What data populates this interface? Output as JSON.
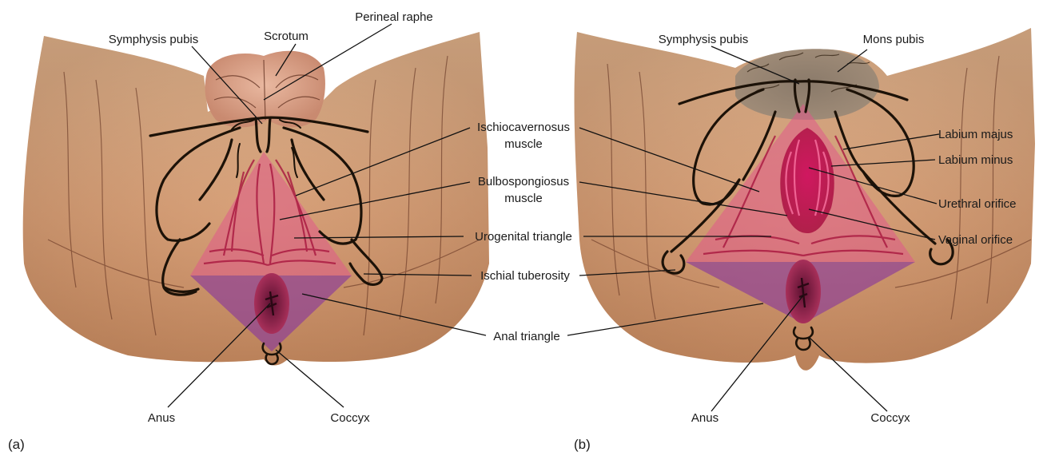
{
  "figure": {
    "panel_a": {
      "tag": "(a)",
      "labels": {
        "perineal_raphe": "Perineal raphe",
        "scrotum": "Scrotum",
        "symphysis_pubis": "Symphysis pubis",
        "anus": "Anus",
        "coccyx": "Coccyx"
      }
    },
    "panel_b": {
      "tag": "(b)",
      "labels": {
        "symphysis_pubis": "Symphysis pubis",
        "mons_pubis": "Mons pubis",
        "labium_majus": "Labium majus",
        "labium_minus": "Labium minus",
        "urethral_orifice": "Urethral orifice",
        "vaginal_orifice": "Vaginal orifice",
        "anus": "Anus",
        "coccyx": "Coccyx"
      }
    },
    "shared_labels": {
      "ischiocavernosus_1": "Ischiocavernosus",
      "ischiocavernosus_2": "muscle",
      "bulbospongiosus_1": "Bulbospongiosus",
      "bulbospongiosus_2": "muscle",
      "urogenital_triangle": "Urogenital triangle",
      "ischial_tuberosity": "Ischial tuberosity",
      "anal_triangle": "Anal triangle"
    },
    "colors": {
      "skin_light": "#e8c8a8",
      "skin_mid": "#d9a47c",
      "skin_dark": "#b8805a",
      "urogenital_triangle_fill": "#e05a8a",
      "anal_triangle_fill": "#8a3a9a",
      "muscle": "#c8244e",
      "outline": "#1c1208",
      "pubic_hair": "#7a6a5a"
    }
  }
}
